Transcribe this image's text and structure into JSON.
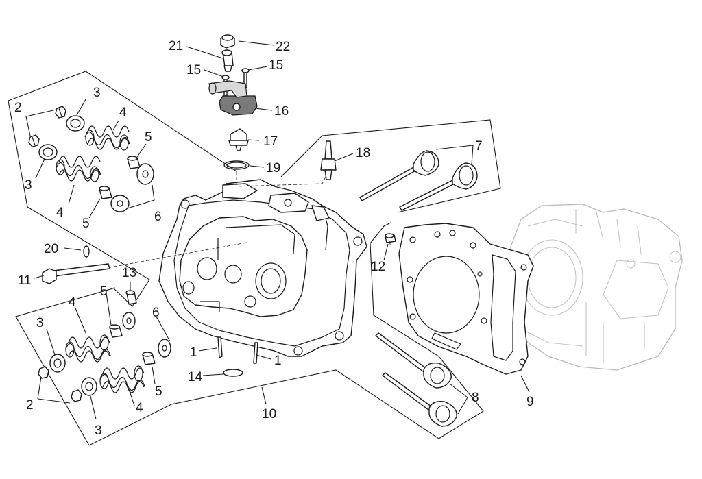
{
  "labels": {
    "l1a": "1",
    "l1b": "1",
    "l2a": "2",
    "l2b": "2",
    "l3a": "3",
    "l3b": "3",
    "l3c": "3",
    "l3d": "3",
    "l4a": "4",
    "l4b": "4",
    "l4c": "4",
    "l4d": "4",
    "l5a": "5",
    "l5b": "5",
    "l5c": "5",
    "l5d": "5",
    "l6a": "6",
    "l6b": "6",
    "l7": "7",
    "l8": "8",
    "l9": "9",
    "l10": "10",
    "l11": "11",
    "l12": "12",
    "l13": "13",
    "l14": "14",
    "l15a": "15",
    "l15b": "15",
    "l16": "16",
    "l17": "17",
    "l18": "18",
    "l19": "19",
    "l20": "20",
    "l21": "21",
    "l22": "22"
  }
}
